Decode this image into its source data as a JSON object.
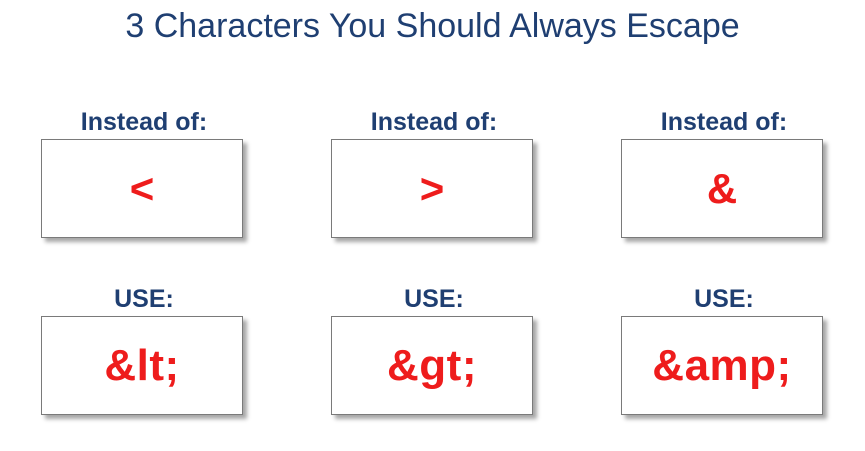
{
  "title": "3 Characters You Should Always Escape",
  "colors": {
    "title": "#1f3f72",
    "label": "#1f3f72",
    "glyph": "#ee1c1c",
    "box_border": "#7a7a7a"
  },
  "items": [
    {
      "instead_label": "Instead of:",
      "char": "<",
      "use_label": "USE:",
      "entity": "&lt;"
    },
    {
      "instead_label": "Instead of:",
      "char": ">",
      "use_label": "USE:",
      "entity": "&gt;"
    },
    {
      "instead_label": "Instead of:",
      "char": "&",
      "use_label": "USE:",
      "entity": "&amp;"
    }
  ]
}
